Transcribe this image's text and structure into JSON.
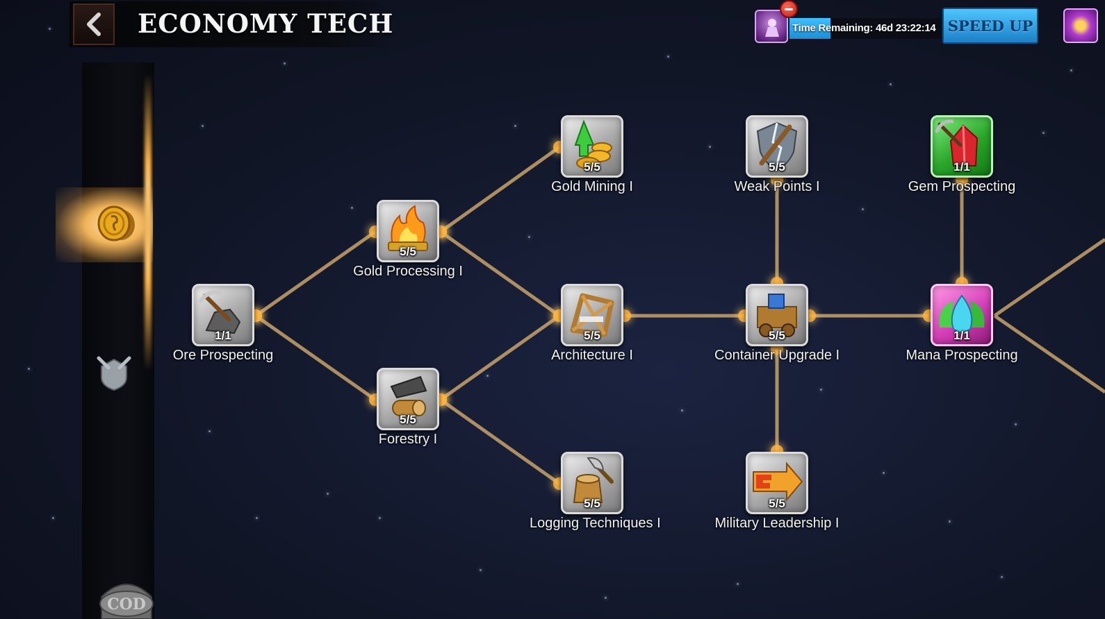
{
  "header": {
    "title": "ECONOMY TECH",
    "timer_text": "Time Remaining: 46d 23:22:14",
    "timer_progress": 0.27,
    "speed_up_label": "SPEED UP"
  },
  "colors": {
    "link": "#c9a36a",
    "glow": "#ffb540",
    "speed_up": "#2fa8ec"
  },
  "tree": {
    "nodes": [
      {
        "id": "ore",
        "label": "Ore Prospecting",
        "level": "1/1",
        "icon": "ore-pickaxe-icon",
        "theme": "silver"
      },
      {
        "id": "goldproc",
        "label": "Gold Processing I",
        "level": "5/5",
        "icon": "gold-fire-icon",
        "theme": "silver"
      },
      {
        "id": "forestry",
        "label": "Forestry I",
        "level": "5/5",
        "icon": "forestry-log-icon",
        "theme": "silver"
      },
      {
        "id": "goldmining",
        "label": "Gold Mining I",
        "level": "5/5",
        "icon": "gold-coins-icon",
        "theme": "silver"
      },
      {
        "id": "architecture",
        "label": "Architecture I",
        "level": "5/5",
        "icon": "wood-frame-icon",
        "theme": "silver"
      },
      {
        "id": "logging",
        "label": "Logging Techniques I",
        "level": "5/5",
        "icon": "axe-stump-icon",
        "theme": "silver"
      },
      {
        "id": "weak",
        "label": "Weak Points I",
        "level": "5/5",
        "icon": "broken-shield-icon",
        "theme": "silver"
      },
      {
        "id": "container",
        "label": "Container Upgrade I",
        "level": "5/5",
        "icon": "cart-icon",
        "theme": "silver"
      },
      {
        "id": "military",
        "label": "Military Leadership I",
        "level": "5/5",
        "icon": "exp-arrow-icon",
        "theme": "silver"
      },
      {
        "id": "gem",
        "label": "Gem Prospecting",
        "level": "1/1",
        "icon": "gem-pickaxe-icon",
        "theme": "green"
      },
      {
        "id": "mana",
        "label": "Mana Prospecting",
        "level": "1/1",
        "icon": "mana-crystal-icon",
        "theme": "pink"
      }
    ]
  }
}
